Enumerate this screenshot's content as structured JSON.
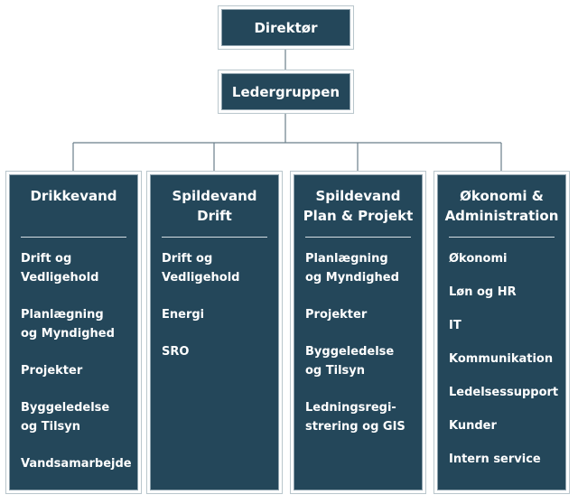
{
  "org": {
    "director": "Direktør",
    "leadership": "Ledergruppen",
    "departments": [
      {
        "title": "Drikkevand",
        "items": [
          "Drift og\nVedligehold",
          "Planlægning\nog Myndighed",
          "Projekter",
          "Byggeledelse\nog Tilsyn",
          "Vandsamarbejde"
        ]
      },
      {
        "title": "Spildevand\nDrift",
        "items": [
          "Drift og\nVedligehold",
          "Energi",
          "SRO"
        ]
      },
      {
        "title": "Spildevand\nPlan & Projekt",
        "items": [
          "Planlægning\nog Myndighed",
          "Projekter",
          "Byggeledelse\nog Tilsyn",
          "Ledningsregi-\nstrering og GIS"
        ]
      },
      {
        "title": "Økonomi &\nAdministration",
        "items": [
          "Økonomi",
          "Løn og HR",
          "IT",
          "Kommunikation",
          "Ledelsessupport",
          "Kunder",
          "Intern service"
        ]
      }
    ]
  }
}
